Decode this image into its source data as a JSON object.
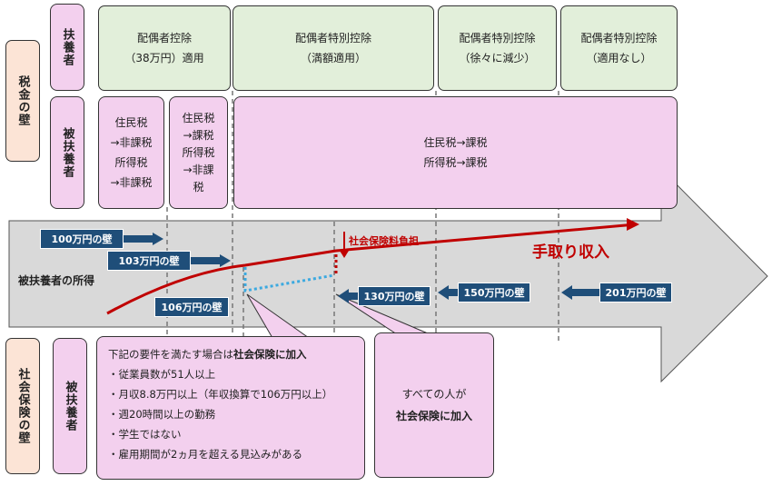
{
  "tax_wall": {
    "section_label": "税金の壁",
    "supporter_label": "扶養者",
    "dependent_label": "被扶養者",
    "supporter_boxes": [
      {
        "line1": "配偶者控除",
        "line2": "（38万円）適用"
      },
      {
        "line1": "配偶者特別控除",
        "line2": "（満額適用）"
      },
      {
        "line1": "配偶者特別控除",
        "line2": "（徐々に減少）"
      },
      {
        "line1": "配偶者特別控除",
        "line2": "（適用なし）"
      }
    ],
    "dependent_boxes": {
      "box1": [
        "住民税",
        "→非課税",
        "所得税",
        "→非課税"
      ],
      "box2": [
        "住民税",
        "→課税",
        "所得税",
        "→非課",
        "税"
      ],
      "box3": [
        "住民税→課税",
        "所得税→課税"
      ]
    }
  },
  "income": {
    "label": "被扶養者の所得",
    "takehome_label": "手取り収入",
    "social_burden_label": "社会保険料負担",
    "walls": {
      "w100": "100万円の壁",
      "w103": "103万円の壁",
      "w106": "106万円の壁",
      "w130": "130万円の壁",
      "w150": "150万円の壁",
      "w201": "201万円の壁"
    }
  },
  "social_wall": {
    "section_label": "社会保険の壁",
    "dependent_label": "被扶養者",
    "callout_left": {
      "intro_prefix": "下記の要件を満たす場合は",
      "intro_bold": "社会保険に加入",
      "items": [
        "・従業員数が51人以上",
        "・月収8.8万円以上（年収換算で106万円以上）",
        "・週20時間以上の勤務",
        "・学生ではない",
        "・雇用期間が2ヵ月を超える見込みがある"
      ]
    },
    "callout_right": {
      "line1": "すべての人が",
      "line2": "社会保険に加入"
    }
  },
  "colors": {
    "salmon": "#fce4d6",
    "green": "#e2efda",
    "pink": "#f3d0ee",
    "navy": "#1f4e79",
    "red": "#c00000",
    "cyan": "#3ba9e0",
    "arrow_gray": "#d9d9d9"
  }
}
